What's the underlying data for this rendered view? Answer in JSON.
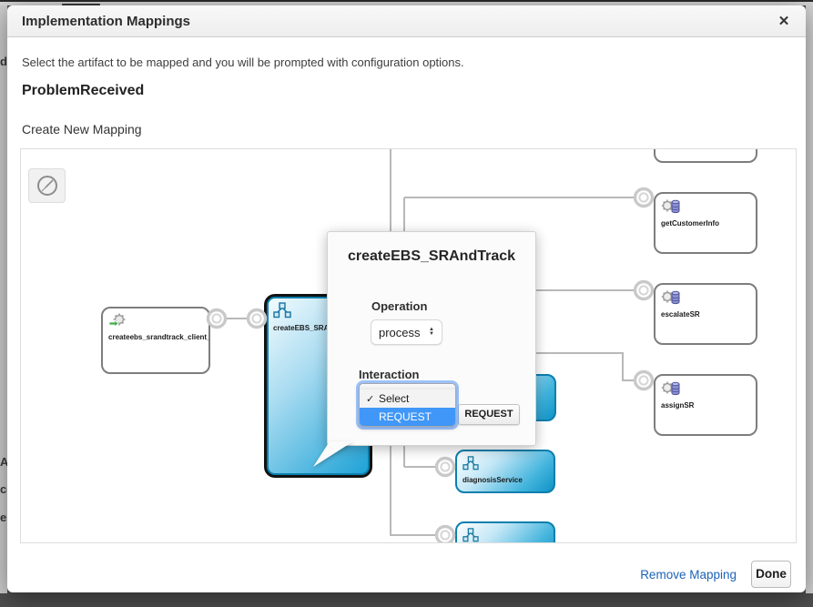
{
  "backdrop": {
    "left_fragments": {
      "f1": "d",
      "f2": "An",
      "f3": "ce",
      "f4": "e"
    }
  },
  "modal": {
    "title": "Implementation Mappings",
    "close_icon": "✕",
    "instruction": "Select the artifact to be mapped and you will be prompted with configuration options.",
    "section_title": "ProblemReceived",
    "subsection_title": "Create New Mapping",
    "footer": {
      "remove_label": "Remove Mapping",
      "done_label": "Done"
    }
  },
  "diagram": {
    "nodes": {
      "client": {
        "label": "createebs_srandtrack_client_ep"
      },
      "center": {
        "label": "createEBS_SRAndTrack"
      },
      "getCustomerInfo": {
        "label": "getCustomerInfo"
      },
      "escalateSR": {
        "label": "escalateSR"
      },
      "assignSR": {
        "label": "assignSR"
      },
      "diagnosisService": {
        "label": "diagnosisService"
      }
    }
  },
  "popup": {
    "title": "createEBS_SRAndTrack",
    "operation_label": "Operation",
    "operation_value": "process",
    "interaction_label": "Interaction",
    "check_icon": "✓",
    "option_select": "Select",
    "option_request": "REQUEST",
    "request_button_label": "REQUEST"
  },
  "colors": {
    "node_blue": "#0f93c6",
    "selection_blue": "#4097f7",
    "link_blue": "#1c63b7",
    "wire_gray": "#b8b8b8"
  }
}
